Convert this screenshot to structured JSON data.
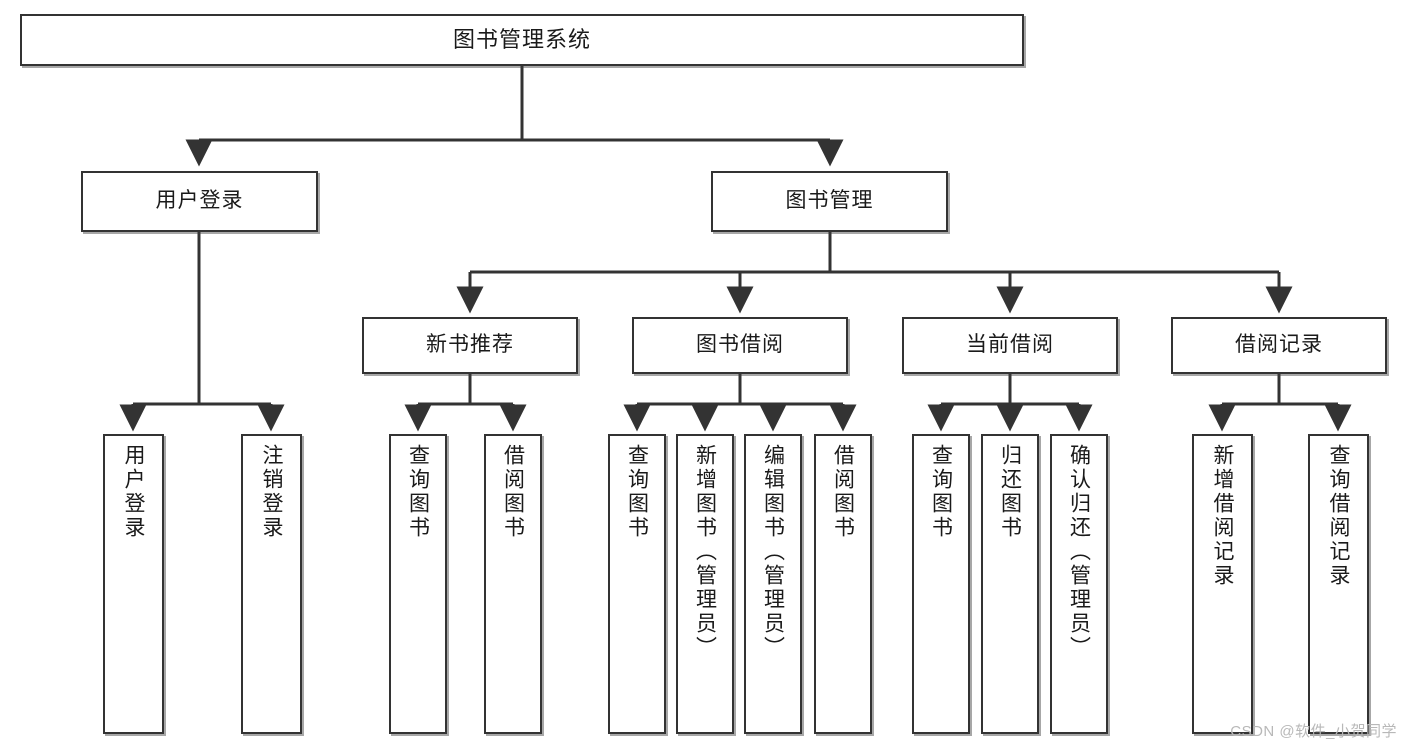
{
  "diagram": {
    "title": "图书管理系统",
    "type": "tree-hierarchy",
    "watermark": "CSDN @软件_小贺同学",
    "colors": {
      "box_border": "#333333",
      "box_fill": "#ffffff",
      "edge": "#333333",
      "text": "#1a1a1a",
      "watermark": "#b8b8b8"
    },
    "root": {
      "id": "root",
      "label": "图书管理系统"
    },
    "level1": [
      {
        "id": "l1-0",
        "label": "用户登录"
      },
      {
        "id": "l1-1",
        "label": "图书管理"
      }
    ],
    "level2": [
      {
        "id": "l2-0",
        "label": "新书推荐",
        "parent": "l1-1"
      },
      {
        "id": "l2-1",
        "label": "图书借阅",
        "parent": "l1-1"
      },
      {
        "id": "l2-2",
        "label": "当前借阅",
        "parent": "l1-1"
      },
      {
        "id": "l2-3",
        "label": "借阅记录",
        "parent": "l1-1"
      }
    ],
    "leaves": [
      {
        "id": "lf-0",
        "label": "用户登录",
        "parent": "l1-0"
      },
      {
        "id": "lf-1",
        "label": "注销登录",
        "parent": "l1-0"
      },
      {
        "id": "lf-2",
        "label": "查询图书",
        "parent": "l2-0"
      },
      {
        "id": "lf-3",
        "label": "借阅图书",
        "parent": "l2-0"
      },
      {
        "id": "lf-4",
        "label": "查询图书",
        "parent": "l2-1"
      },
      {
        "id": "lf-5",
        "label": "新增图书（管理员）",
        "parent": "l2-1"
      },
      {
        "id": "lf-6",
        "label": "编辑图书（管理员）",
        "parent": "l2-1"
      },
      {
        "id": "lf-7",
        "label": "借阅图书",
        "parent": "l2-1"
      },
      {
        "id": "lf-8",
        "label": "查询图书",
        "parent": "l2-2"
      },
      {
        "id": "lf-9",
        "label": "归还图书",
        "parent": "l2-2"
      },
      {
        "id": "lf-10",
        "label": "确认归还（管理员）",
        "parent": "l2-2"
      },
      {
        "id": "lf-11",
        "label": "新增借阅记录",
        "parent": "l2-3"
      },
      {
        "id": "lf-12",
        "label": "查询借阅记录",
        "parent": "l2-3"
      }
    ]
  }
}
